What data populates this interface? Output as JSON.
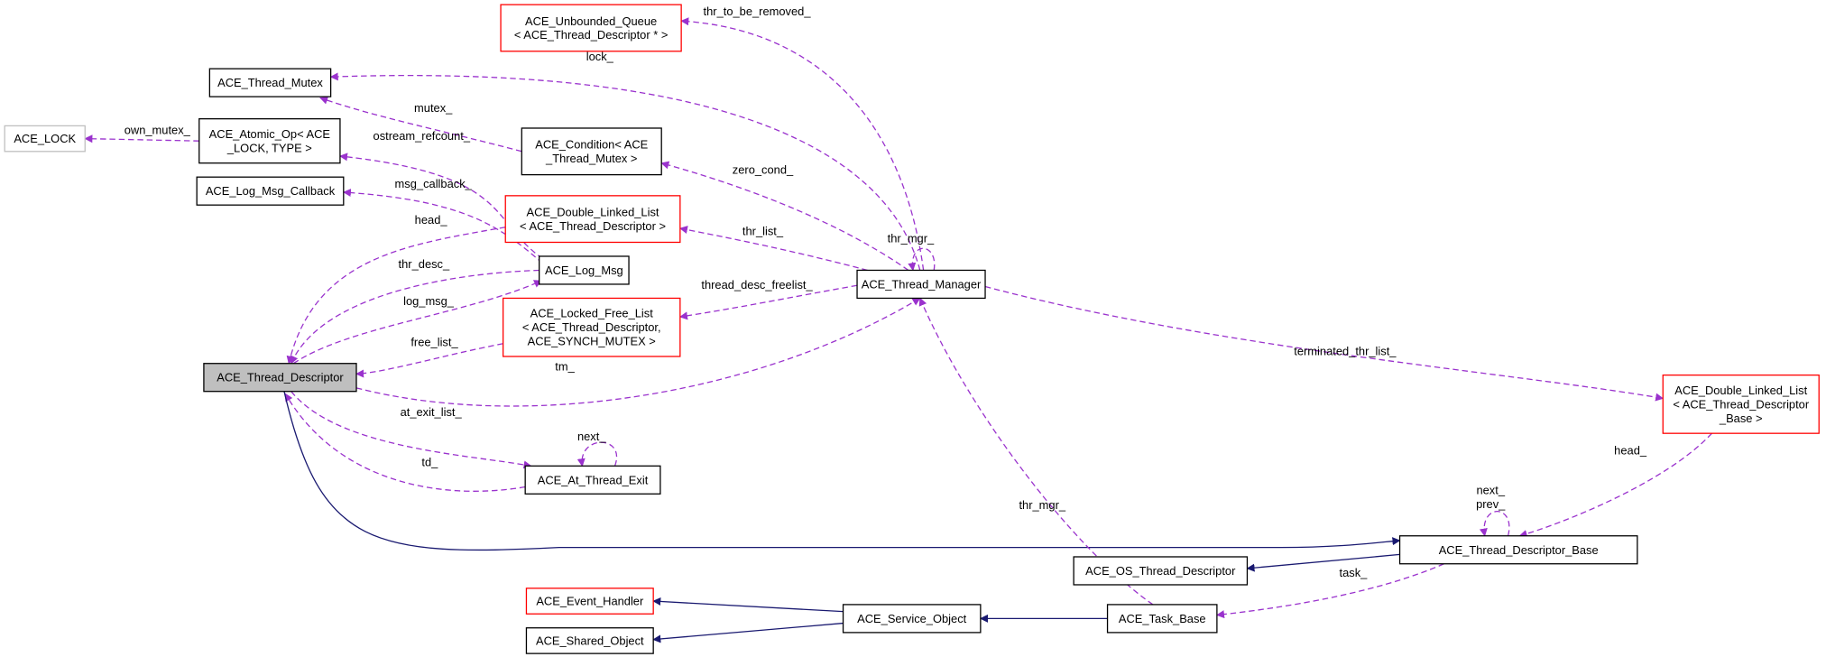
{
  "colors": {
    "dependency": "#9a32cd",
    "inheritance": "#191970",
    "undocumented_border": "#ff0000",
    "focus_fill": "#bfbfbf"
  },
  "nodes": [
    {
      "id": "uq",
      "lines": [
        "ACE_Unbounded_Queue",
        "< ACE_Thread_Descriptor * >"
      ],
      "style": "red"
    },
    {
      "id": "mutex",
      "lines": [
        "ACE_Thread_Mutex"
      ],
      "style": ""
    },
    {
      "id": "lock",
      "lines": [
        "ACE_LOCK"
      ],
      "style": "gray"
    },
    {
      "id": "atomic",
      "lines": [
        "ACE_Atomic_Op< ACE",
        "_LOCK, TYPE >"
      ],
      "style": ""
    },
    {
      "id": "cond",
      "lines": [
        "ACE_Condition< ACE",
        "_Thread_Mutex >"
      ],
      "style": ""
    },
    {
      "id": "cb",
      "lines": [
        "ACE_Log_Msg_Callback"
      ],
      "style": ""
    },
    {
      "id": "dll",
      "lines": [
        "ACE_Double_Linked_List",
        "< ACE_Thread_Descriptor >"
      ],
      "style": "red"
    },
    {
      "id": "logmsg",
      "lines": [
        "ACE_Log_Msg"
      ],
      "style": ""
    },
    {
      "id": "tm",
      "lines": [
        "ACE_Thread_Manager"
      ],
      "style": ""
    },
    {
      "id": "lfl",
      "lines": [
        "ACE_Locked_Free_List",
        "< ACE_Thread_Descriptor,",
        "ACE_SYNCH_MUTEX >"
      ],
      "style": "red"
    },
    {
      "id": "td",
      "lines": [
        "ACE_Thread_Descriptor"
      ],
      "style": "focus"
    },
    {
      "id": "dllb",
      "lines": [
        "ACE_Double_Linked_List",
        "< ACE_Thread_Descriptor",
        "_Base >"
      ],
      "style": "red"
    },
    {
      "id": "ate",
      "lines": [
        "ACE_At_Thread_Exit"
      ],
      "style": ""
    },
    {
      "id": "tdb",
      "lines": [
        "ACE_Thread_Descriptor_Base"
      ],
      "style": ""
    },
    {
      "id": "os",
      "lines": [
        "ACE_OS_Thread_Descriptor"
      ],
      "style": ""
    },
    {
      "id": "eh",
      "lines": [
        "ACE_Event_Handler"
      ],
      "style": "red"
    },
    {
      "id": "so",
      "lines": [
        "ACE_Service_Object"
      ],
      "style": ""
    },
    {
      "id": "tb",
      "lines": [
        "ACE_Task_Base"
      ],
      "style": ""
    },
    {
      "id": "shared",
      "lines": [
        "ACE_Shared_Object"
      ],
      "style": ""
    }
  ],
  "edges": [
    {
      "id": "e1",
      "from": "atomic",
      "to": "lock",
      "kind": "dep",
      "label": [
        "own_mutex_"
      ]
    },
    {
      "id": "e2",
      "from": "tm",
      "to": "mutex",
      "kind": "dep",
      "label": [
        "lock_"
      ]
    },
    {
      "id": "e3",
      "from": "cond",
      "to": "mutex",
      "kind": "dep",
      "label": [
        "mutex_"
      ]
    },
    {
      "id": "e4",
      "from": "tm",
      "to": "uq",
      "kind": "dep",
      "label": [
        "thr_to_be_removed_"
      ]
    },
    {
      "id": "e5",
      "from": "logmsg",
      "to": "atomic",
      "kind": "dep",
      "label": [
        "ostream_refcount_"
      ]
    },
    {
      "id": "e6",
      "from": "tm",
      "to": "cond",
      "kind": "dep",
      "label": [
        "zero_cond_"
      ]
    },
    {
      "id": "e7",
      "from": "logmsg",
      "to": "cb",
      "kind": "dep",
      "label": [
        "msg_callback_"
      ]
    },
    {
      "id": "e8",
      "from": "dll",
      "to": "td",
      "kind": "dep",
      "label": [
        "head_"
      ]
    },
    {
      "id": "e9",
      "from": "tm",
      "to": "dll",
      "kind": "dep",
      "label": [
        "thr_list_"
      ]
    },
    {
      "id": "e10",
      "from": "tm",
      "to": "tm",
      "kind": "dep",
      "label": [
        "thr_mgr_"
      ]
    },
    {
      "id": "e11",
      "from": "logmsg",
      "to": "td",
      "kind": "dep",
      "label": [
        "thr_desc_"
      ]
    },
    {
      "id": "e12",
      "from": "td",
      "to": "logmsg",
      "kind": "dep",
      "label": [
        "log_msg_"
      ]
    },
    {
      "id": "e13",
      "from": "tm",
      "to": "lfl",
      "kind": "dep",
      "label": [
        "thread_desc_freelist_"
      ]
    },
    {
      "id": "e14",
      "from": "lfl",
      "to": "td",
      "kind": "dep",
      "label": [
        "free_list_"
      ]
    },
    {
      "id": "e15",
      "from": "td",
      "to": "tm",
      "kind": "dep",
      "label": [
        "tm_"
      ]
    },
    {
      "id": "e16",
      "from": "tm",
      "to": "dllb",
      "kind": "dep",
      "label": [
        "terminated_thr_list_"
      ]
    },
    {
      "id": "e17",
      "from": "td",
      "to": "ate",
      "kind": "dep",
      "label": [
        "at_exit_list_"
      ]
    },
    {
      "id": "e18",
      "from": "ate",
      "to": "ate",
      "kind": "dep",
      "label": [
        "next_"
      ]
    },
    {
      "id": "e19",
      "from": "ate",
      "to": "td",
      "kind": "dep",
      "label": [
        "td_"
      ]
    },
    {
      "id": "e20",
      "from": "td",
      "to": "tdb",
      "kind": "inh",
      "label": []
    },
    {
      "id": "e21",
      "from": "tb",
      "to": "tm",
      "kind": "dep",
      "label": [
        "thr_mgr_"
      ]
    },
    {
      "id": "e22",
      "from": "dllb",
      "to": "tdb",
      "kind": "dep",
      "label": [
        "head_"
      ]
    },
    {
      "id": "e23",
      "from": "tdb",
      "to": "tdb",
      "kind": "dep",
      "label": [
        "next_",
        "prev_"
      ]
    },
    {
      "id": "e24",
      "from": "tdb",
      "to": "os",
      "kind": "inh",
      "label": []
    },
    {
      "id": "e25",
      "from": "tdb",
      "to": "tb",
      "kind": "dep",
      "label": [
        "task_"
      ]
    },
    {
      "id": "e26",
      "from": "so",
      "to": "eh",
      "kind": "inh",
      "label": []
    },
    {
      "id": "e27",
      "from": "so",
      "to": "shared",
      "kind": "inh",
      "label": []
    },
    {
      "id": "e28",
      "from": "tb",
      "to": "so",
      "kind": "inh",
      "label": []
    }
  ]
}
